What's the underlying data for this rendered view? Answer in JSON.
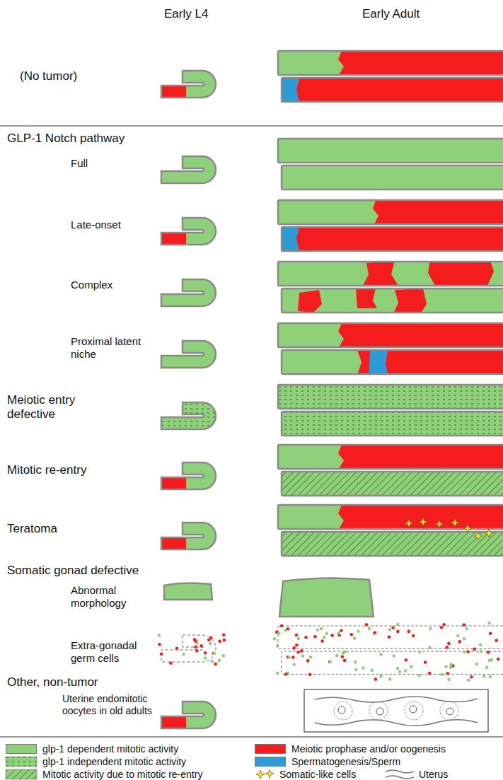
{
  "diagram": {
    "labels": [
      "Early L4",
      "Early Adult",
      "(No tumor)",
      "GLP-1 Notch pathway",
      "Full",
      "Late-onset",
      "Complex",
      "Proximal latent niche",
      "Meiotic entry defective",
      "Mitotic re-entry",
      "Teratoma",
      "Somatic gonad defective",
      "Abnormal morphology",
      "Extra-gonadal germ cells",
      "Other, non-tumor",
      "Uterine endomitotic oocytes in old adults"
    ],
    "legend": [
      {
        "text": "glp-1 dependent mitotic activity",
        "color": "#8fd07a"
      },
      {
        "text": "Meiotic prophase and/or oogenesis",
        "color": "#f41c1c"
      },
      {
        "text": "glp-1 independent mitotic activity"
      },
      {
        "text": "Spermatogenesis/Sperm",
        "color": "#2b9cd8"
      },
      {
        "text": "Mitotic activity due to mitotic re-entry"
      },
      {
        "text": "Somatic-like cells"
      },
      {
        "text": "Uterus"
      }
    ]
  }
}
